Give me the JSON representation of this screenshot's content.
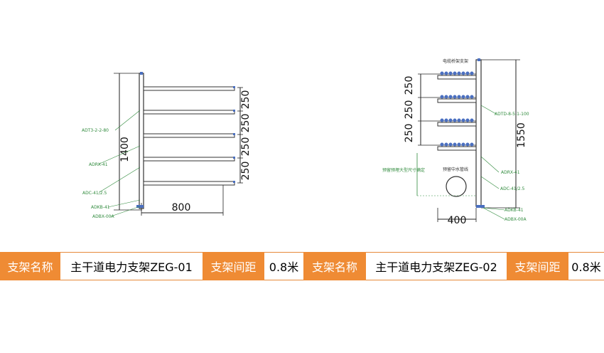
{
  "colors": {
    "accent": "#ef8b34",
    "note_green": "#2f8a3c",
    "cable_blue": "#4a6fc0"
  },
  "left_drawing": {
    "dim_height": "1400",
    "dim_width": "800",
    "dim_spacing": [
      "250",
      "250",
      "250",
      "250"
    ],
    "notes": [
      "ADT3-2-2-80",
      "ADRX-41",
      "ADC-41/2.5",
      "ADKB-41",
      "ADBX-00A"
    ]
  },
  "right_drawing": {
    "dim_height": "1550",
    "dim_width": "400",
    "dim_spacing": [
      "250",
      "250",
      "250"
    ],
    "top_label": "电缆桥架支架",
    "notes": [
      "ADTD-8-5-1-100",
      "预留预埋大型尺寸确定",
      "预留中水管线",
      "ADRX-41",
      "ADC-41/2.5",
      "ADKB-41",
      "ADBX-00A"
    ]
  },
  "table": {
    "name_label_1": "支架名称",
    "name_value_1": "主干道电力支架ZEG-01",
    "spacing_label_1": "支架间距",
    "spacing_value_1": "0.8米",
    "name_label_2": "支架名称",
    "name_value_2": "主干道电力支架ZEG-02",
    "spacing_label_2": "支架间距",
    "spacing_value_2": "0.8米"
  }
}
